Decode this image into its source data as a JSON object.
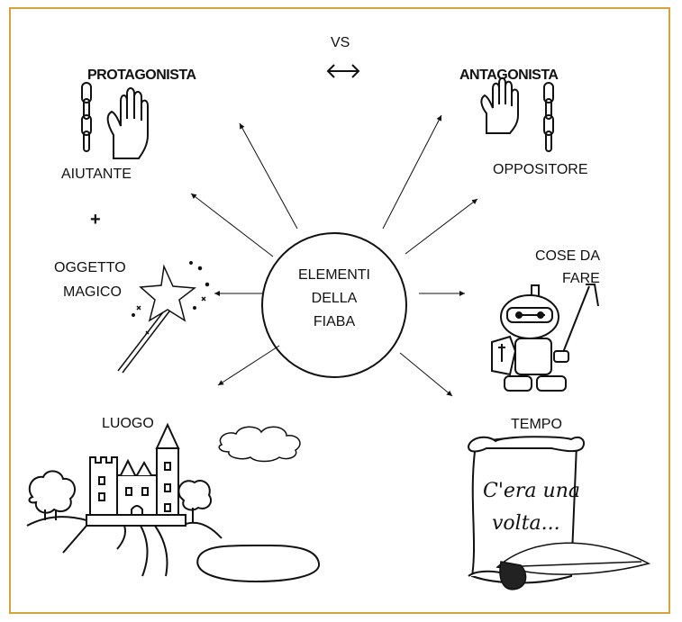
{
  "labels": {
    "vs": "VS",
    "protagonista": "PROTAGONISTA",
    "antagonista": "ANTAGONISTA",
    "aiutante": "AIUTANTE",
    "oppositore": "OPPOSITORE",
    "plus": "+",
    "oggetto_magico_1": "OGGETTO",
    "oggetto_magico_2": "MAGICO",
    "cose_da_fare_1": "COSE DA",
    "cose_da_fare_2": "FARE",
    "luogo": "LUOGO",
    "tempo": "TEMPO",
    "center_1": "ELEMENTI",
    "center_2": "DELLA",
    "center_3": "FIABA",
    "scroll_line_1": "C'era una",
    "scroll_line_2": "volta..."
  },
  "colors": {
    "border": "#d4a43a",
    "ink": "#111111"
  },
  "icons": [
    "chain-icon",
    "hand-icon",
    "magic-wand-icon",
    "knight-icon",
    "castle-icon",
    "cloud-icon",
    "lake-icon",
    "scroll-icon",
    "feather-icon",
    "double-arrow-icon"
  ]
}
